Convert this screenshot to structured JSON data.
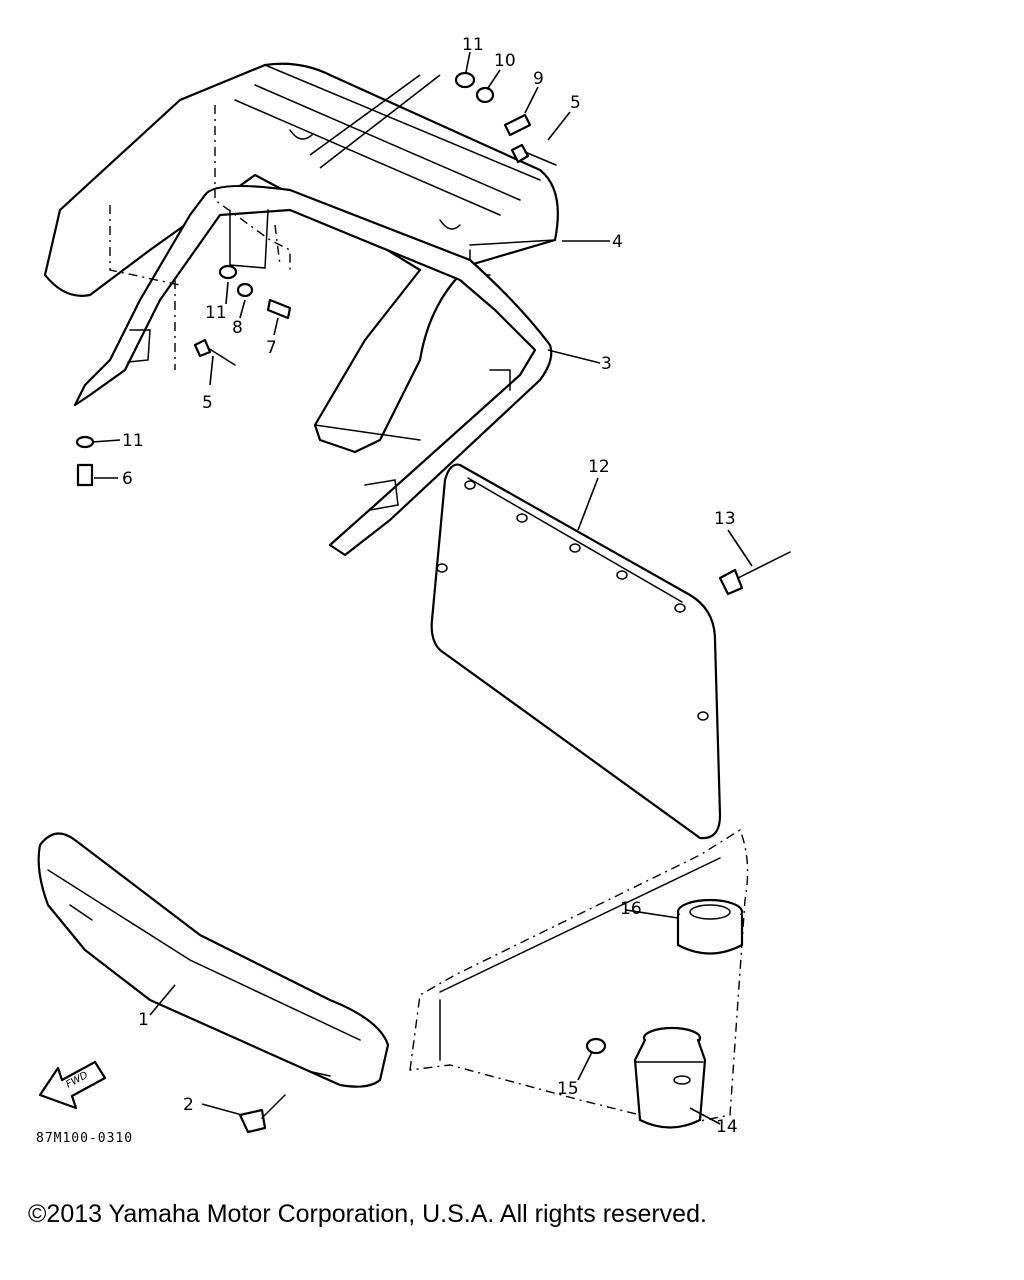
{
  "diagram": {
    "callouts": {
      "c1": "1",
      "c2": "2",
      "c3": "3",
      "c4": "4",
      "c5a": "5",
      "c5b": "5",
      "c6": "6",
      "c7": "7",
      "c8": "8",
      "c9": "9",
      "c10": "10",
      "c11a": "11",
      "c11b": "11",
      "c11c": "11",
      "c12": "12",
      "c13": "13",
      "c14": "14",
      "c15": "15",
      "c16": "16"
    },
    "fwd_label": "FWD",
    "drawing_code": "87M100-0310"
  },
  "footer": {
    "copyright": "©2013 Yamaha Motor Corporation, U.S.A. All rights reserved."
  }
}
